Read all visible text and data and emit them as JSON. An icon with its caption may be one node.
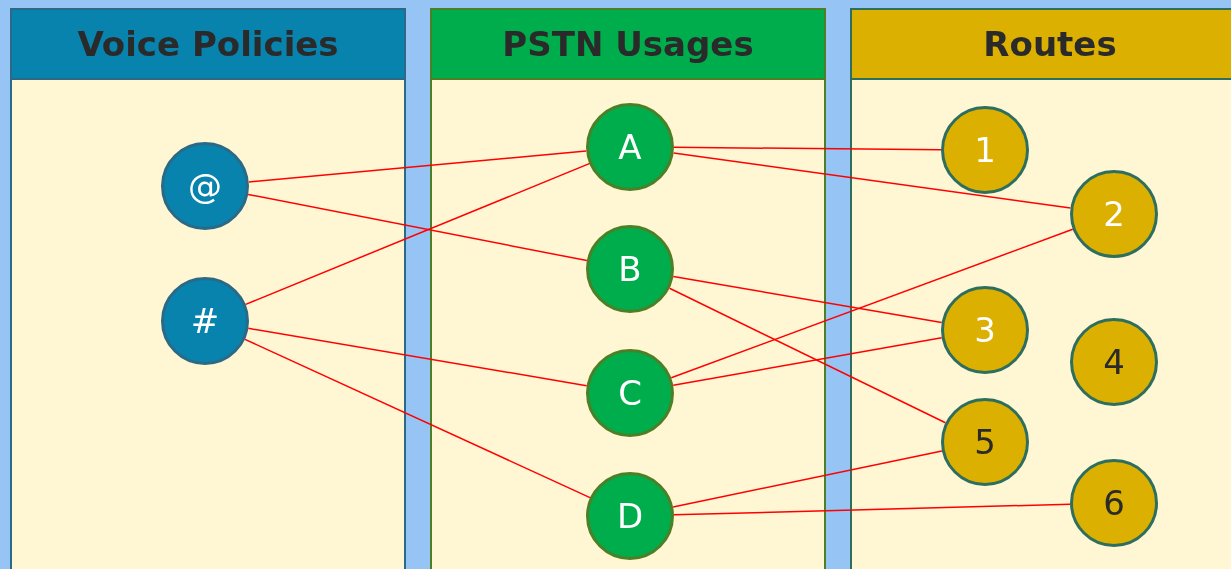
{
  "diagram": {
    "nodes": [
      {
        "text": [
          "Voice Policies"
        ]
      },
      {
        "text": [
          "@"
        ],
        "in": 0
      },
      {
        "text": [
          "#"
        ],
        "in": 0
      },
      {
        "text": [
          "PSTN Usages"
        ]
      },
      {
        "text": [
          "A"
        ],
        "in": 3
      },
      {
        "text": [
          "B"
        ],
        "in": 3
      },
      {
        "text": [
          "C"
        ],
        "in": 3
      },
      {
        "text": [
          "D"
        ],
        "in": 3
      },
      {
        "text": [
          "Routes"
        ]
      },
      {
        "text": [
          "1"
        ],
        "in": 8
      },
      {
        "text": [
          "2"
        ],
        "in": 8
      },
      {
        "text": [
          "3"
        ],
        "in": 8
      },
      {
        "text": [
          "4"
        ],
        "in": 8
      },
      {
        "text": [
          "5"
        ],
        "in": 8
      },
      {
        "text": [
          "6"
        ],
        "in": 8
      }
    ],
    "edges": [
      {
        "from": 1,
        "to": 4,
        "arrow": "none"
      },
      {
        "from": 1,
        "to": 5,
        "arrow": "none"
      },
      {
        "from": 2,
        "to": 4,
        "arrow": "none"
      },
      {
        "from": 2,
        "to": 6,
        "arrow": "none"
      },
      {
        "from": 2,
        "to": 7,
        "arrow": "none"
      },
      {
        "from": 4,
        "to": 9,
        "arrow": "none"
      },
      {
        "from": 4,
        "to": 10,
        "arrow": "none"
      },
      {
        "from": 5,
        "to": 11,
        "arrow": "none"
      },
      {
        "from": 5,
        "to": 13,
        "arrow": "none"
      },
      {
        "from": 6,
        "to": 10,
        "arrow": "none"
      },
      {
        "from": 6,
        "to": 11,
        "arrow": "none"
      },
      {
        "from": 7,
        "to": 13,
        "arrow": "none"
      },
      {
        "from": 7,
        "to": 14,
        "arrow": "none"
      }
    ]
  }
}
